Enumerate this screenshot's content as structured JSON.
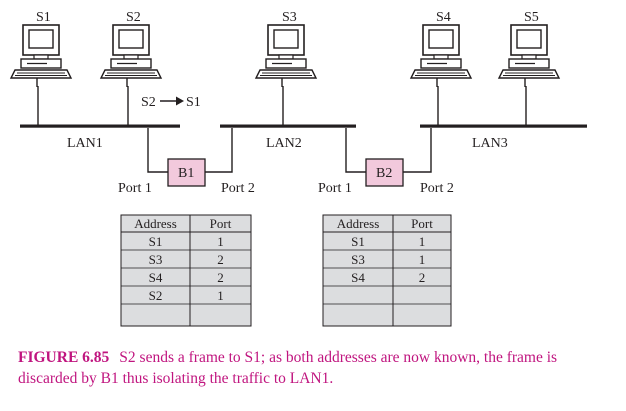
{
  "stations": [
    {
      "id": "S1"
    },
    {
      "id": "S2"
    },
    {
      "id": "S3"
    },
    {
      "id": "S4"
    },
    {
      "id": "S5"
    }
  ],
  "lans": [
    "LAN1",
    "LAN2",
    "LAN3"
  ],
  "bridges": [
    {
      "name": "B1",
      "port1": "Port 1",
      "port2": "Port 2"
    },
    {
      "name": "B2",
      "port1": "Port 1",
      "port2": "Port 2"
    }
  ],
  "frame_annotation": "S2",
  "frame_annotation_dest": "S1",
  "tables": [
    {
      "headers": [
        "Address",
        "Port"
      ],
      "rows": [
        [
          "S1",
          "1"
        ],
        [
          "S3",
          "2"
        ],
        [
          "S4",
          "2"
        ],
        [
          "S2",
          "1"
        ],
        [
          "",
          ""
        ]
      ]
    },
    {
      "headers": [
        "Address",
        "Port"
      ],
      "rows": [
        [
          "S1",
          "1"
        ],
        [
          "S3",
          "1"
        ],
        [
          "S4",
          "2"
        ],
        [
          "",
          ""
        ],
        [
          "",
          ""
        ]
      ]
    }
  ],
  "caption": {
    "figure": "FIGURE 6.85",
    "text": "S2 sends a frame to S1; as both addresses are now known, the frame is discarded by B1 thus isolating the traffic to LAN1."
  },
  "colors": {
    "table_fill": "#dcdddf",
    "bridge_fill": "#f2c9dc",
    "caption": "#c0157f",
    "line": "#231f20"
  }
}
